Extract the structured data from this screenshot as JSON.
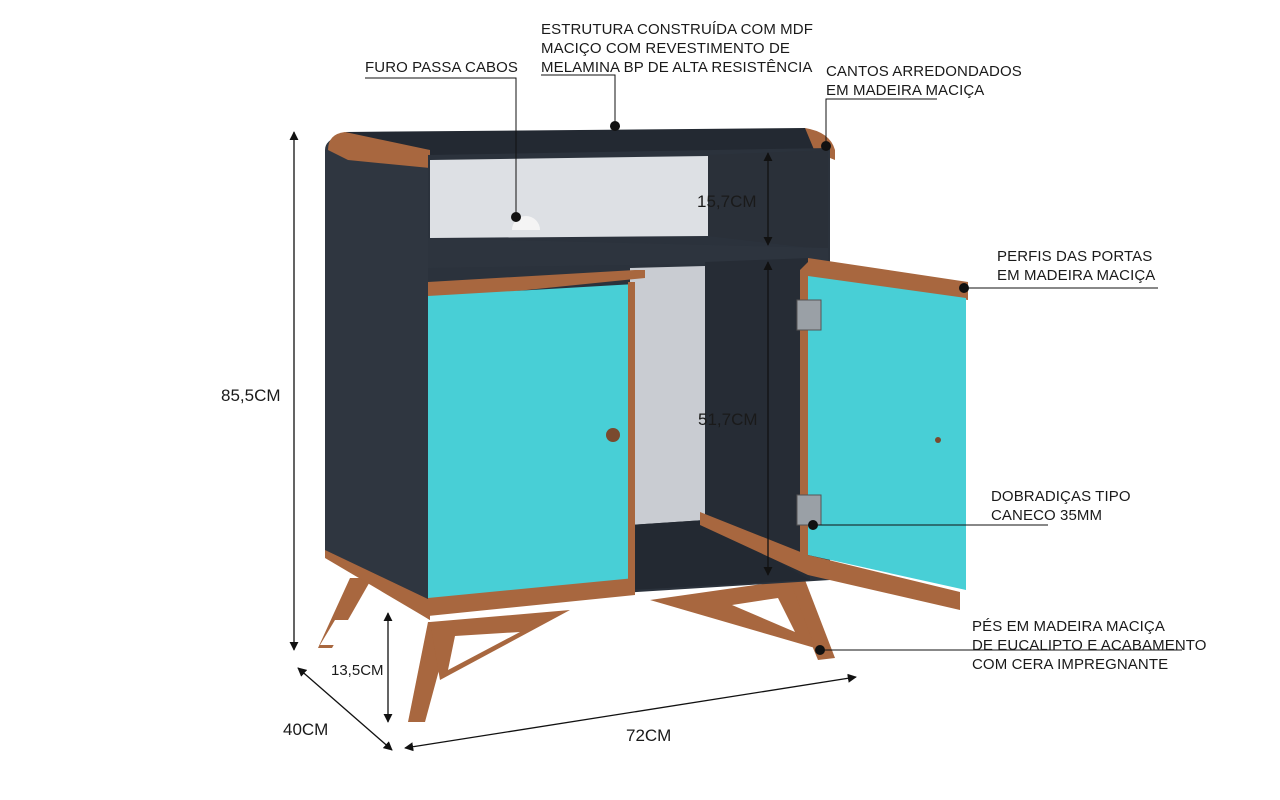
{
  "callouts": {
    "estrutura": [
      "ESTRUTURA CONSTRUÍDA COM MDF",
      "MACIÇO COM REVESTIMENTO DE",
      "MELAMINA BP DE ALTA RESISTÊNCIA"
    ],
    "furo": [
      "FURO PASSA CABOS"
    ],
    "cantos": [
      "CANTOS ARREDONDADOS",
      "EM MADEIRA MACIÇA"
    ],
    "perfis": [
      "PERFIS DAS PORTAS",
      "EM MADEIRA MACIÇA"
    ],
    "dobradicas": [
      "DOBRADIÇAS TIPO",
      "CANECO 35MM"
    ],
    "pes": [
      "PÉS EM MADEIRA MACIÇA",
      "DE EUCALIPTO E ACABAMENTO",
      "COM CERA IMPREGNANTE"
    ]
  },
  "dimensions": {
    "height": "85,5CM",
    "depth": "40CM",
    "width": "72CM",
    "leg_height": "13,5CM",
    "niche_height": "15,7CM",
    "compartment_height": "51,7CM"
  },
  "colors": {
    "body": "#2b323c",
    "wood": "#a8673f",
    "door": "#48cfd6"
  }
}
